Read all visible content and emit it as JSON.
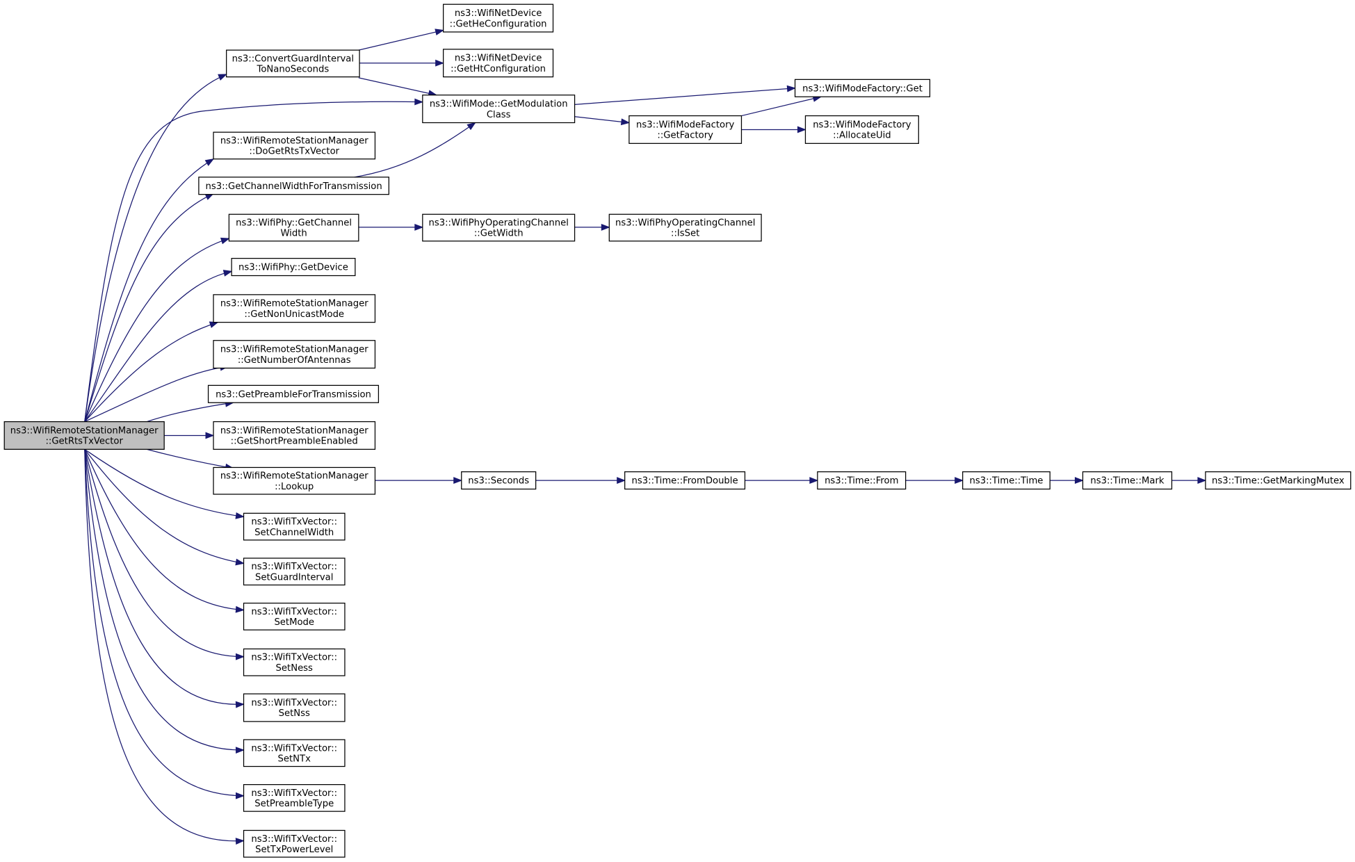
{
  "colors": {
    "edge": "#191970",
    "root_fill": "#bfbfbf",
    "node_fill": "#ffffff",
    "border": "#000000"
  },
  "nodes": [
    {
      "id": "root",
      "lines": [
        "ns3::WifiRemoteStationManager",
        "::GetRtsTxVector"
      ]
    },
    {
      "id": "convertgi",
      "lines": [
        "ns3::ConvertGuardInterval",
        "ToNanoSeconds"
      ]
    },
    {
      "id": "getheconf",
      "lines": [
        "ns3::WifiNetDevice",
        "::GetHeConfiguration"
      ]
    },
    {
      "id": "gethtconf",
      "lines": [
        "ns3::WifiNetDevice",
        "::GetHtConfiguration"
      ]
    },
    {
      "id": "getmodclass",
      "lines": [
        "ns3::WifiMode::GetModulation",
        "Class"
      ]
    },
    {
      "id": "factoryget",
      "lines": [
        "ns3::WifiModeFactory::Get"
      ]
    },
    {
      "id": "getfactory",
      "lines": [
        "ns3::WifiModeFactory",
        "::GetFactory"
      ]
    },
    {
      "id": "allocuid",
      "lines": [
        "ns3::WifiModeFactory",
        "::AllocateUid"
      ]
    },
    {
      "id": "dogetrts",
      "lines": [
        "ns3::WifiRemoteStationManager",
        "::DoGetRtsTxVector"
      ]
    },
    {
      "id": "getchanwidthtx",
      "lines": [
        "ns3::GetChannelWidthForTransmission"
      ]
    },
    {
      "id": "phychanwidth",
      "lines": [
        "ns3::WifiPhy::GetChannel",
        "Width"
      ]
    },
    {
      "id": "opchanwidth",
      "lines": [
        "ns3::WifiPhyOperatingChannel",
        "::GetWidth"
      ]
    },
    {
      "id": "opchanisset",
      "lines": [
        "ns3::WifiPhyOperatingChannel",
        "::IsSet"
      ]
    },
    {
      "id": "phydevice",
      "lines": [
        "ns3::WifiPhy::GetDevice"
      ]
    },
    {
      "id": "nonunicast",
      "lines": [
        "ns3::WifiRemoteStationManager",
        "::GetNonUnicastMode"
      ]
    },
    {
      "id": "numantennas",
      "lines": [
        "ns3::WifiRemoteStationManager",
        "::GetNumberOfAntennas"
      ]
    },
    {
      "id": "preambletx",
      "lines": [
        "ns3::GetPreambleForTransmission"
      ]
    },
    {
      "id": "shortpreamble",
      "lines": [
        "ns3::WifiRemoteStationManager",
        "::GetShortPreambleEnabled"
      ]
    },
    {
      "id": "lookup",
      "lines": [
        "ns3::WifiRemoteStationManager",
        "::Lookup"
      ]
    },
    {
      "id": "seconds",
      "lines": [
        "ns3::Seconds"
      ]
    },
    {
      "id": "fromdouble",
      "lines": [
        "ns3::Time::FromDouble"
      ]
    },
    {
      "id": "timefrom",
      "lines": [
        "ns3::Time::From"
      ]
    },
    {
      "id": "timetime",
      "lines": [
        "ns3::Time::Time"
      ]
    },
    {
      "id": "timemark",
      "lines": [
        "ns3::Time::Mark"
      ]
    },
    {
      "id": "markmutex",
      "lines": [
        "ns3::Time::GetMarkingMutex"
      ]
    },
    {
      "id": "setchanwidth",
      "lines": [
        "ns3::WifiTxVector::",
        "SetChannelWidth"
      ]
    },
    {
      "id": "setgi",
      "lines": [
        "ns3::WifiTxVector::",
        "SetGuardInterval"
      ]
    },
    {
      "id": "setmode",
      "lines": [
        "ns3::WifiTxVector::",
        "SetMode"
      ]
    },
    {
      "id": "setness",
      "lines": [
        "ns3::WifiTxVector::",
        "SetNess"
      ]
    },
    {
      "id": "setnss",
      "lines": [
        "ns3::WifiTxVector::",
        "SetNss"
      ]
    },
    {
      "id": "setntx",
      "lines": [
        "ns3::WifiTxVector::",
        "SetNTx"
      ]
    },
    {
      "id": "setpreamble",
      "lines": [
        "ns3::WifiTxVector::",
        "SetPreambleType"
      ]
    },
    {
      "id": "settxpower",
      "lines": [
        "ns3::WifiTxVector::",
        "SetTxPowerLevel"
      ]
    }
  ],
  "edges": [
    [
      "root",
      "convertgi"
    ],
    [
      "root",
      "getmodclass"
    ],
    [
      "root",
      "dogetrts"
    ],
    [
      "root",
      "getchanwidthtx"
    ],
    [
      "root",
      "phychanwidth"
    ],
    [
      "root",
      "phydevice"
    ],
    [
      "root",
      "nonunicast"
    ],
    [
      "root",
      "numantennas"
    ],
    [
      "root",
      "preambletx"
    ],
    [
      "root",
      "shortpreamble"
    ],
    [
      "root",
      "lookup"
    ],
    [
      "root",
      "setchanwidth"
    ],
    [
      "root",
      "setgi"
    ],
    [
      "root",
      "setmode"
    ],
    [
      "root",
      "setness"
    ],
    [
      "root",
      "setnss"
    ],
    [
      "root",
      "setntx"
    ],
    [
      "root",
      "setpreamble"
    ],
    [
      "root",
      "settxpower"
    ],
    [
      "convertgi",
      "getheconf"
    ],
    [
      "convertgi",
      "gethtconf"
    ],
    [
      "convertgi",
      "getmodclass"
    ],
    [
      "getchanwidthtx",
      "getmodclass"
    ],
    [
      "getmodclass",
      "factoryget"
    ],
    [
      "getmodclass",
      "getfactory"
    ],
    [
      "getfactory",
      "factoryget"
    ],
    [
      "getfactory",
      "allocuid"
    ],
    [
      "phychanwidth",
      "opchanwidth"
    ],
    [
      "opchanwidth",
      "opchanisset"
    ],
    [
      "lookup",
      "seconds"
    ],
    [
      "seconds",
      "fromdouble"
    ],
    [
      "fromdouble",
      "timefrom"
    ],
    [
      "timefrom",
      "timetime"
    ],
    [
      "timetime",
      "timemark"
    ],
    [
      "timemark",
      "markmutex"
    ]
  ]
}
